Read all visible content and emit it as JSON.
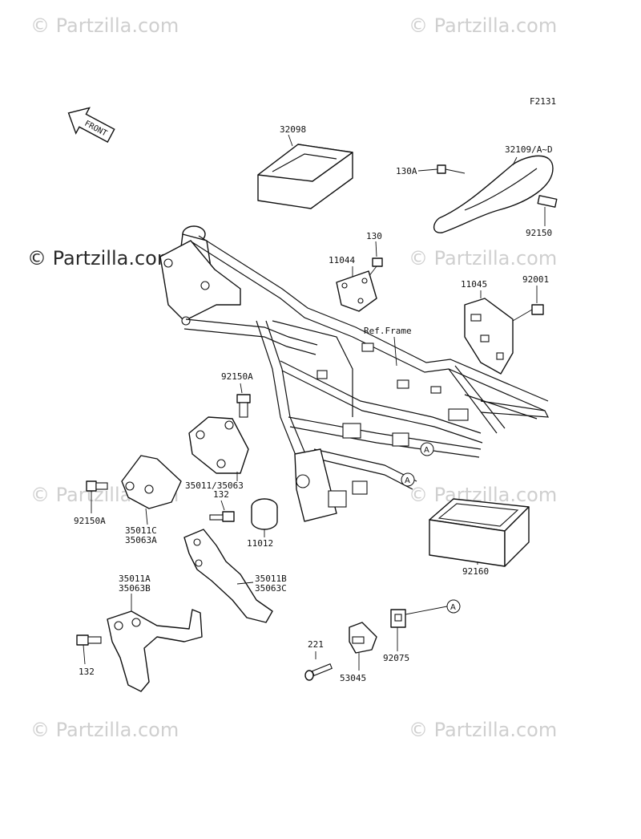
{
  "diagram": {
    "figure_code": "F2131",
    "front_label": "FRONT",
    "ref_label": "Ref.Frame",
    "watermark": "© Partzilla.com",
    "watermark_short": "© Partzilla.com",
    "callouts": [
      {
        "id": "32098",
        "label": "32098"
      },
      {
        "id": "32109",
        "label": "32109/A~D"
      },
      {
        "id": "130A",
        "label": "130A"
      },
      {
        "id": "92150",
        "label": "92150"
      },
      {
        "id": "130",
        "label": "130"
      },
      {
        "id": "11044",
        "label": "11044"
      },
      {
        "id": "92001",
        "label": "92001"
      },
      {
        "id": "11045",
        "label": "11045"
      },
      {
        "id": "92150A_top",
        "label": "92150A"
      },
      {
        "id": "35011_35063",
        "label": "35011/35063"
      },
      {
        "id": "92150A_left",
        "label": "92150A"
      },
      {
        "id": "35011C",
        "label": "35011C"
      },
      {
        "id": "35063A",
        "label": "35063A"
      },
      {
        "id": "132_mid",
        "label": "132"
      },
      {
        "id": "11012",
        "label": "11012"
      },
      {
        "id": "92160",
        "label": "92160"
      },
      {
        "id": "35011A",
        "label": "35011A"
      },
      {
        "id": "35063B",
        "label": "35063B"
      },
      {
        "id": "35011B",
        "label": "35011B"
      },
      {
        "id": "35063C",
        "label": "35063C"
      },
      {
        "id": "132_bottom",
        "label": "132"
      },
      {
        "id": "221",
        "label": "221"
      },
      {
        "id": "53045",
        "label": "53045"
      },
      {
        "id": "92075",
        "label": "92075"
      }
    ],
    "circle_markers": [
      "A",
      "A",
      "A"
    ]
  }
}
